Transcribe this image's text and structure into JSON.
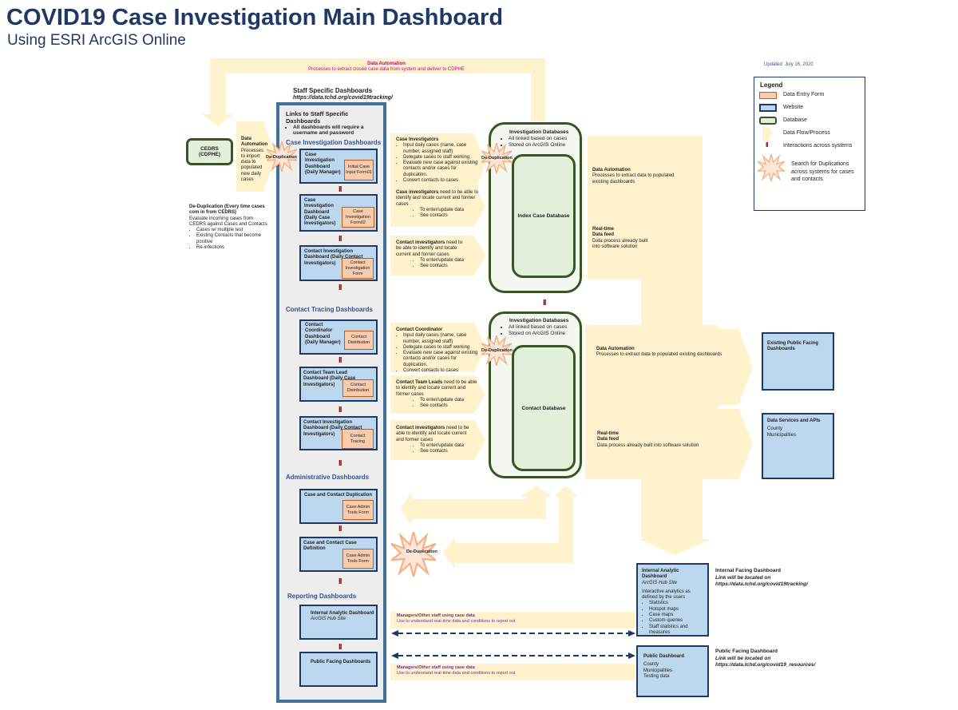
{
  "header": {
    "title": "COVID19 Case Investigation Main Dashboard",
    "subtitle": "Using ESRI ArcGIS Online",
    "updated": "Updated: July 16, 2020"
  },
  "colors": {
    "flow": "#fff2cc",
    "website_fill": "#bdd7ee",
    "website_border": "#1f3864",
    "form_fill": "#f8cbad",
    "db_border": "#375623",
    "db_fill": "#e2efda",
    "interaction": "#c00000",
    "star": "#f4b183",
    "title": "#1f3864",
    "automation_text": "#c0008f",
    "managers_text": "#7030a0"
  },
  "top_flow": {
    "title": "Data Automation",
    "desc": "Processes to extract closed case data from system and deliver to CDPHE"
  },
  "cedrs": {
    "label1": "CEDRS",
    "label2": "(CDPHE)"
  },
  "import_flow": {
    "title": "Data Automation",
    "desc": "Processes to import data to populated new daily cases"
  },
  "dedup_label": "De-Duplication",
  "dedup_note": {
    "title": "De-Duplication (Every time cases com in from CEDRS)",
    "desc": "Evaluate incoming cases from CEDRS against Cases and Contacts",
    "items": [
      "Cases w/ multiple test",
      "Existing Contacts that become positive",
      "Re-infections"
    ]
  },
  "staff": {
    "heading": "Staff Specific Dashboards",
    "url": "https://data.tchd.org/covid19tracking/",
    "links_title": "Links to Staff Specific Dashboards",
    "links_bullet": "All dashboards will require a username and password"
  },
  "sections": {
    "case": "Case Investigation Dashboards",
    "contact": "Contact Tracing Dashboards",
    "admin": "Administrative Dashboards",
    "reporting": "Reporting Dashboards"
  },
  "interaction_mark": "II",
  "dashboards": [
    {
      "title": "Case Investigation Dashboard (Daily Manager)",
      "form": "Initial Case Input Form01"
    },
    {
      "title": "Case Investigation Dashboard (Daily Case Investigators)",
      "form": "Case Investigation Form02"
    },
    {
      "title": "Contact Investigation Dashboard (Daily Contact Investigators)",
      "form": "Contact Investigation Form"
    },
    {
      "title": "Contact Coordinator Dashboard (Daily Manager)",
      "form": "Contact Distribution"
    },
    {
      "title": "Contact Team Lead Dashboard (Daily Case Investigators)",
      "form": "Contact Distribution"
    },
    {
      "title": "Contact Investigation Dashboard (Daily Contact Investigators)",
      "form": "Contact Tracing"
    },
    {
      "title": "Case and Contact Duplication",
      "form": "Case Admin Tools Form"
    },
    {
      "title": "Case and Contact Case Definition",
      "form": "Case Admin Tools Form"
    },
    {
      "title": "Internal Analytic Dashboard",
      "subtitle": "ArcGIS Hub Site"
    },
    {
      "title": "Public Facing Dashboards"
    }
  ],
  "roles": [
    {
      "bold": "Case Investigators",
      "text": "",
      "items": [
        "Input daily cases (name, case number, assigned staff)",
        "Delegate cases to staff working",
        "Evaluate new case against existing contacts and/or cases for duplication.",
        "Convert contacts to cases"
      ]
    },
    {
      "bold": "Case investigators",
      "text": " need to be able to identify and locate current and former cases",
      "items": [
        "To enter/update data",
        "See contacts"
      ]
    },
    {
      "bold": "Contact investigators",
      "text": " need to be able to identify and locate current and former cases",
      "items": [
        "To enter/update data",
        "See contacts"
      ]
    },
    {
      "bold": "Contact Coordinator",
      "text": "",
      "items": [
        "Input daily cases (name, case number, assigned staff)",
        "Delegate cases to staff working",
        "Evaluate new case against existing contacts and/or cases for duplication.",
        "Convert contacts to cases"
      ]
    },
    {
      "bold": "Contact Team Leads",
      "text": " need to be able to identify and locate current and former cases",
      "items": [
        "To enter/update data",
        "See contacts"
      ]
    },
    {
      "bold": "Contact investigators",
      "text": " need to be able to identify and locate current and former cases",
      "items": [
        "To enter/update data",
        "See contacts"
      ]
    }
  ],
  "databases": [
    {
      "title": "Investigation Databases",
      "items": [
        "All linked based on cases",
        "Stored on ArcGIS Online"
      ],
      "inner": "Index Case Database"
    },
    {
      "title": "Investigation Databases",
      "items": [
        "All linked based on cases",
        "Stored on ArcGIS Online"
      ],
      "inner": "Contact Database"
    }
  ],
  "right_flows": {
    "auto1_title": "Data Automation",
    "auto1_desc": "Processes to extract data to populated existing dashboards",
    "rt1_title1": "Real-time",
    "rt1_title2": "Data feed",
    "rt1_desc": "Data process already built into software solution",
    "auto2_title": "Data Automation",
    "auto2_desc": "Processes to extract data to populated existing dashboards",
    "rt2_title1": "Real-time",
    "rt2_title2": "Data feed",
    "rt2_desc": "Data process already built into software solution"
  },
  "outputs": {
    "existing": "Existing Public Facing Dashboards",
    "services": {
      "title": "Data Services and APIs",
      "items": [
        "County",
        "Municipalities"
      ]
    },
    "internal": {
      "title": "Internal Analytic Dashboard",
      "subtitle": "ArcGIS Hub Site",
      "desc": "Interactive analytics as defined by the users",
      "items": [
        "Statistics",
        "Hotspot maps",
        "Case maps",
        "Custom queries",
        "Staff statistics and measures"
      ]
    },
    "public": {
      "title": "Public Dashboard",
      "items": [
        "County",
        "Municipalities",
        "Testing data"
      ]
    },
    "internal_label": {
      "title": "Internal Facing Dashboard",
      "line1": "Link will be located on",
      "url": "https://data.tchd.org/covid19tracking/"
    },
    "public_label": {
      "title": "Public Facing Dashboard",
      "line1": "Link will be located on",
      "url": "https://data.tchd.org/covid19_resources/"
    }
  },
  "managers": {
    "title": "Managers/Other staff using case data",
    "desc": "Use to understand real-time data and conditions to report out"
  },
  "legend": {
    "title": "Legend",
    "items": [
      "Data Entry Form",
      "Website",
      "Database",
      "Data Flow/Process",
      "Interactions across systems",
      "Search for Duplications across systems for cases and contacts"
    ]
  }
}
